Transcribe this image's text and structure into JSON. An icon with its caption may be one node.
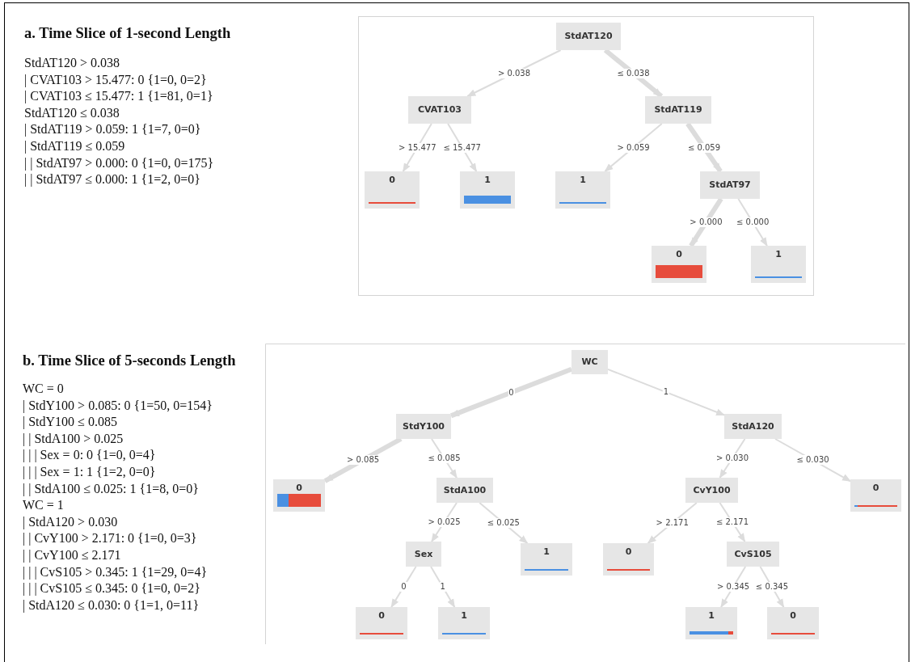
{
  "diagram": {
    "nodes": [
      {
        "text": [
          "StdAT120"
        ]
      },
      {
        "text": [
          "CVAT103"
        ]
      },
      {
        "text": [
          "StdAT119"
        ]
      },
      {
        "text": [
          "0"
        ]
      },
      {
        "text": [
          "1"
        ]
      },
      {
        "text": [
          "1"
        ]
      },
      {
        "text": [
          "StdAT97"
        ]
      },
      {
        "text": [
          "0"
        ]
      },
      {
        "text": [
          "1"
        ]
      },
      {
        "text": [
          "WC"
        ]
      },
      {
        "text": [
          "StdY100"
        ]
      },
      {
        "text": [
          "StdA120"
        ]
      },
      {
        "text": [
          "0"
        ]
      },
      {
        "text": [
          "StdA100"
        ]
      },
      {
        "text": [
          "1"
        ]
      },
      {
        "text": [
          "Sex"
        ]
      },
      {
        "text": [
          "0"
        ]
      },
      {
        "text": [
          "1"
        ]
      },
      {
        "text": [
          "CvY100"
        ]
      },
      {
        "text": [
          "0"
        ]
      },
      {
        "text": [
          "0"
        ]
      },
      {
        "text": [
          "CvS105"
        ]
      },
      {
        "text": [
          "1"
        ]
      },
      {
        "text": [
          "0"
        ]
      }
    ],
    "edges": [
      {
        "from": 0,
        "to": 1,
        "arrow": "to",
        "label": "> 0.038"
      },
      {
        "from": 0,
        "to": 2,
        "arrow": "to",
        "label": "≤ 0.038",
        "style": "thick"
      },
      {
        "from": 1,
        "to": 3,
        "arrow": "to",
        "label": "> 15.477"
      },
      {
        "from": 1,
        "to": 4,
        "arrow": "to",
        "label": "≤ 15.477"
      },
      {
        "from": 2,
        "to": 5,
        "arrow": "to",
        "label": "> 0.059"
      },
      {
        "from": 2,
        "to": 6,
        "arrow": "to",
        "label": "≤ 0.059",
        "style": "thick"
      },
      {
        "from": 6,
        "to": 7,
        "arrow": "to",
        "label": "> 0.000",
        "style": "thick"
      },
      {
        "from": 6,
        "to": 8,
        "arrow": "to",
        "label": "≤ 0.000"
      },
      {
        "from": 9,
        "to": 10,
        "arrow": "to",
        "label": "0",
        "style": "thick"
      },
      {
        "from": 9,
        "to": 11,
        "arrow": "to",
        "label": "1"
      },
      {
        "from": 10,
        "to": 12,
        "arrow": "to",
        "label": "> 0.085",
        "style": "thick"
      },
      {
        "from": 10,
        "to": 13,
        "arrow": "to",
        "label": "≤ 0.085"
      },
      {
        "from": 13,
        "to": 15,
        "arrow": "to",
        "label": "> 0.025"
      },
      {
        "from": 13,
        "to": 14,
        "arrow": "to",
        "label": "≤ 0.025"
      },
      {
        "from": 15,
        "to": 16,
        "arrow": "to",
        "label": "0"
      },
      {
        "from": 15,
        "to": 17,
        "arrow": "to",
        "label": "1"
      },
      {
        "from": 11,
        "to": 18,
        "arrow": "to",
        "label": "> 0.030"
      },
      {
        "from": 11,
        "to": 19,
        "arrow": "to",
        "label": "≤ 0.030"
      },
      {
        "from": 18,
        "to": 20,
        "arrow": "to",
        "label": "> 2.171"
      },
      {
        "from": 18,
        "to": 21,
        "arrow": "to",
        "label": "≤ 2.171"
      },
      {
        "from": 21,
        "to": 22,
        "arrow": "to",
        "label": "> 0.345"
      },
      {
        "from": 21,
        "to": 23,
        "arrow": "to",
        "label": "≤ 0.345"
      }
    ],
    "labels": [
      "a. Time Slice of 1-second Length",
      "StdAT120 > 0.038",
      "| CVAT103 > 15.477: 0 {1=0, 0=2}",
      "| CVAT103 ≤ 15.477: 1 {1=81, 0=1}",
      "StdAT120 ≤ 0.038",
      "| StdAT119 > 0.059: 1 {1=7, 0=0}",
      "| StdAT119 ≤ 0.059",
      "| | StdAT97 > 0.000: 0 {1=0, 0=175}",
      "| | StdAT97 ≤ 0.000: 1 {1=2, 0=0}",
      "b. Time Slice of 5-seconds Length",
      "WC = 0",
      "| StdY100 > 0.085: 0 {1=50, 0=154}",
      "| StdY100 ≤ 0.085",
      "| | StdA100 > 0.025",
      "| | | Sex = 0: 0 {1=0, 0=4}",
      "| | | Sex = 1: 1 {1=2, 0=0}",
      "| | StdA100 ≤ 0.025: 1 {1=8, 0=0}",
      "WC = 1",
      "| StdA120 > 0.030",
      "| | CvY100 > 2.171: 0 {1=0, 0=3}",
      "| | CvY100 ≤ 2.171",
      "| | | CvS105 > 0.345: 1 {1=29, 0=4}",
      "| | | CvS105 ≤ 0.345: 0 {1=0, 0=2}",
      "| StdA120 ≤ 0.030: 0 {1=1, 0=11}"
    ]
  }
}
